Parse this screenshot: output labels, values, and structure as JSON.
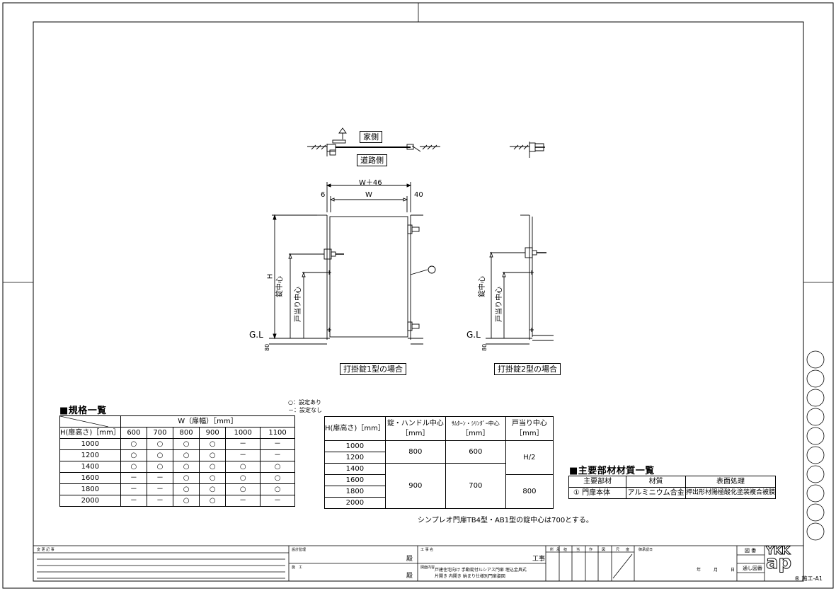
{
  "plan": {
    "house_side": "家側",
    "road_side": "道路側"
  },
  "elevation1": {
    "dim_total": "W＋46",
    "dim_w": "W",
    "dim_left": "6",
    "dim_right": "40",
    "label_h": "H",
    "label_lock_center": "錠中心",
    "label_stop_center": "戸当り中心",
    "label_gl": "G.L",
    "label_80": "80",
    "marker_1": "①",
    "caption": "打掛錠1型の場合"
  },
  "elevation2": {
    "label_lock_center": "錠中心",
    "label_stop_center": "戸当り中心",
    "label_gl": "G.L",
    "label_80": "80",
    "caption": "打掛錠2型の場合"
  },
  "spec": {
    "title": "■規格一覧",
    "legend_yes": "○：設定あり",
    "legend_no": "－：設定なし",
    "w_header": "W（扉幅）［mm］",
    "h_header": "H(扉高さ)［mm］",
    "widths": [
      "600",
      "700",
      "800",
      "900",
      "1000",
      "1100"
    ],
    "rows": [
      {
        "h": "1000",
        "cells": [
          "○",
          "○",
          "○",
          "○",
          "－",
          "－"
        ]
      },
      {
        "h": "1200",
        "cells": [
          "○",
          "○",
          "○",
          "○",
          "－",
          "－"
        ]
      },
      {
        "h": "1400",
        "cells": [
          "○",
          "○",
          "○",
          "○",
          "○",
          "○"
        ]
      },
      {
        "h": "1600",
        "cells": [
          "－",
          "－",
          "○",
          "○",
          "○",
          "○"
        ]
      },
      {
        "h": "1800",
        "cells": [
          "－",
          "－",
          "○",
          "○",
          "○",
          "○"
        ]
      },
      {
        "h": "2000",
        "cells": [
          "－",
          "－",
          "○",
          "○",
          "－",
          "－"
        ]
      }
    ]
  },
  "center": {
    "h_header": "H(扉高さ)［mm］",
    "col_lock": "錠・ハンドル中心",
    "col_cyl": "ｻﾑﾀｰﾝ・ｼﾘﾝﾀﾞｰ中心",
    "col_stop": "戸当り中心",
    "unit": "［mm］",
    "heights": [
      "1000",
      "1200",
      "1400",
      "1600",
      "1800",
      "2000"
    ],
    "lock_a": "800",
    "lock_b": "900",
    "cyl_a": "600",
    "cyl_b": "700",
    "stop_a": "H/2",
    "stop_b": "800",
    "note": "シンプレオ門扉TB4型・AB1型の錠中心は700とする。"
  },
  "material": {
    "title": "■主要部材材質一覧",
    "headers": [
      "主要部材",
      "材質",
      "表面処理"
    ],
    "row": [
      "①  門扉本体",
      "アルミニウム合金",
      "押出形材",
      "陽極酸化塗装複合被膜"
    ]
  },
  "titleblock": {
    "revision": "変 更 記 事",
    "design_supervisor": "設計監理",
    "construction": "施　工",
    "dono": "殿",
    "project_name": "工 事 名",
    "kouji": "工事",
    "drawing_content": "図面内容",
    "content_line1": "戸建住宅向け 手動錠付ルシアス門扉 埋込金具式",
    "content_line2": "片開き 内開き 納まり仕様別門扉姿図",
    "cols": [
      "所",
      "承",
      "担",
      "当",
      "作",
      "図",
      "尺",
      "度"
    ],
    "approval": "御承認日",
    "date": "年　　　月　　　日",
    "drawing_no": "図 番",
    "notice_drawing": "通し図番",
    "brand_top": "YKK",
    "brand_bottom": "ap",
    "doc_code": "® 施エ-A1"
  }
}
